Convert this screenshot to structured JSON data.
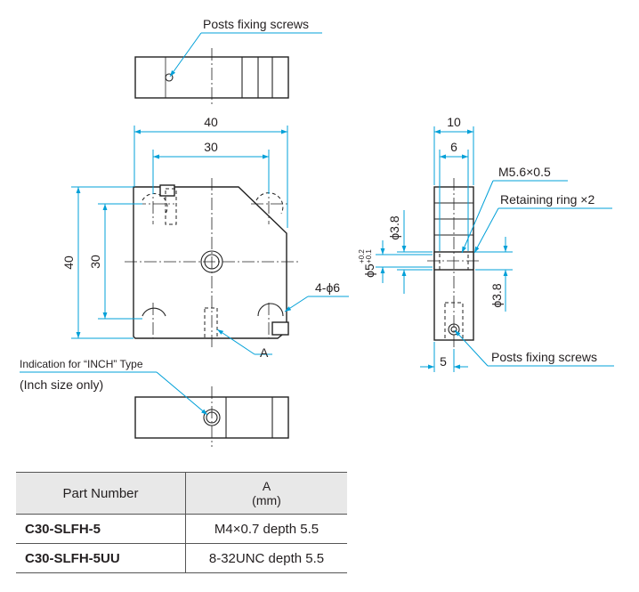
{
  "labels": {
    "posts_fixing_top": "Posts fixing screws",
    "posts_fixing_right": "Posts fixing screws",
    "m56": "M5.6×0.5",
    "retaining_ring": "Retaining ring ×2",
    "hole_4phi6": "4-ϕ6",
    "point_a": "A",
    "inch_indication": "Indication for “INCH” Type",
    "inch_only": "(Inch size only)"
  },
  "dimensions": {
    "width_40": "40",
    "pitch_30_h": "30",
    "height_40": "40",
    "pitch_30_v": "30",
    "side_10": "10",
    "side_6": "6",
    "phi38_top": "ϕ3.8",
    "phi5": "ϕ5",
    "phi5_tol_upper": "+0.2",
    "phi5_tol_lower": "+0.1",
    "phi38_right": "ϕ3.8",
    "side_5": "5"
  },
  "table": {
    "header_part": "Part Number",
    "header_a": "A",
    "header_a_unit": "(mm)",
    "rows": [
      {
        "part": "C30-SLFH-5",
        "a": "M4×0.7 depth 5.5"
      },
      {
        "part": "C30-SLFH-5UU",
        "a": "8-32UNC depth 5.5"
      }
    ]
  }
}
